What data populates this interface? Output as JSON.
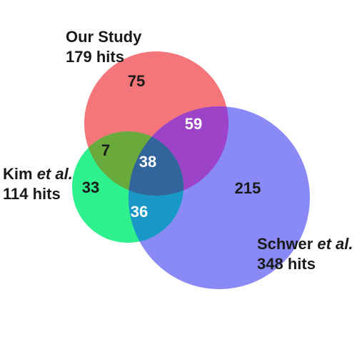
{
  "sets": {
    "our_study": {
      "name": "Our Study",
      "hits": "179 hits",
      "color": "#f4767a"
    },
    "kim": {
      "name": "Kim ",
      "name_suffix": "et al.",
      "hits": "114 hits",
      "color": "#2ef08c"
    },
    "schwer": {
      "name": "Schwer ",
      "name_suffix": "et al.",
      "hits": "348 hits",
      "color": "#8a8af7"
    }
  },
  "regions": {
    "our_only": "75",
    "our_schwer": "59",
    "our_kim": "7",
    "all_three": "38",
    "kim_only": "33",
    "kim_schwer": "36",
    "schwer_only": "215"
  }
}
